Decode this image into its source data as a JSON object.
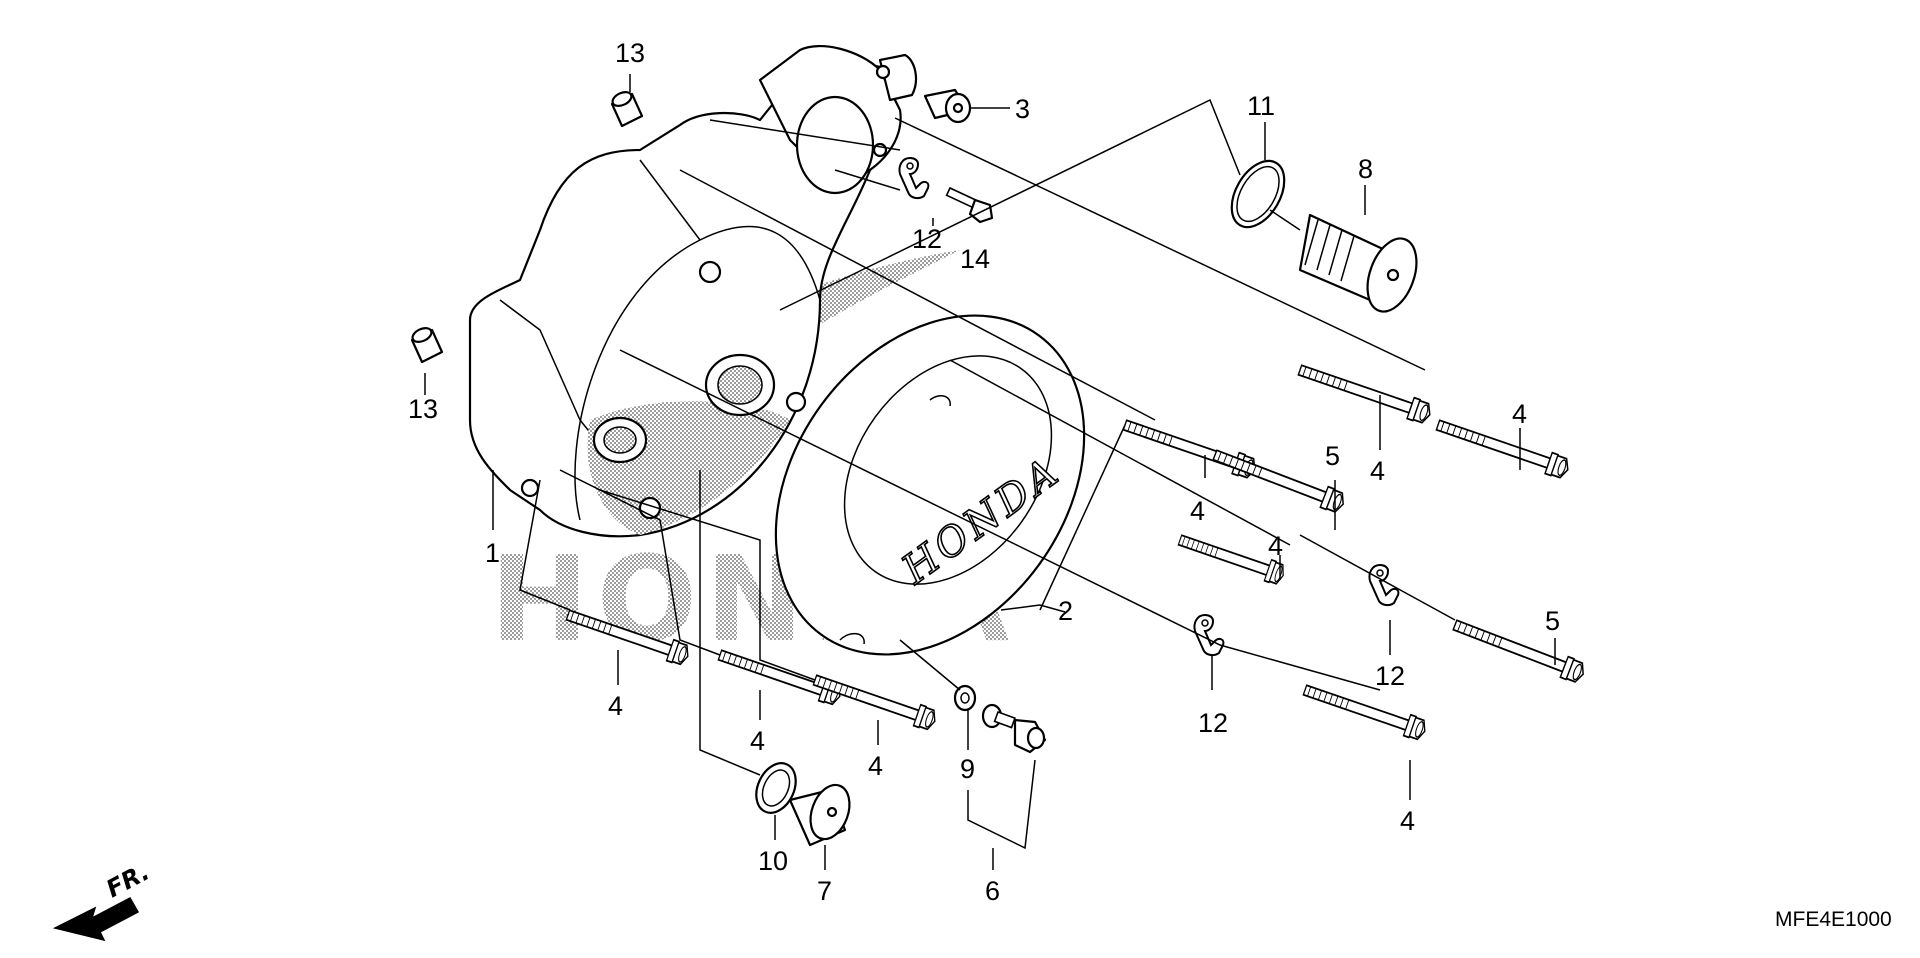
{
  "diagram": {
    "code": "MFE4E1000",
    "front_indicator": "FR.",
    "cover_brand": "HONDA",
    "callouts": [
      {
        "id": "c1",
        "label": "1"
      },
      {
        "id": "c2",
        "label": "2"
      },
      {
        "id": "c3",
        "label": "3"
      },
      {
        "id": "c4a",
        "label": "4"
      },
      {
        "id": "c4b",
        "label": "4"
      },
      {
        "id": "c4c",
        "label": "4"
      },
      {
        "id": "c4d",
        "label": "4"
      },
      {
        "id": "c4e",
        "label": "4"
      },
      {
        "id": "c4f",
        "label": "4"
      },
      {
        "id": "c4g",
        "label": "4"
      },
      {
        "id": "c4h",
        "label": "4"
      },
      {
        "id": "c5a",
        "label": "5"
      },
      {
        "id": "c5b",
        "label": "5"
      },
      {
        "id": "c6",
        "label": "6"
      },
      {
        "id": "c7",
        "label": "7"
      },
      {
        "id": "c8",
        "label": "8"
      },
      {
        "id": "c9",
        "label": "9"
      },
      {
        "id": "c10",
        "label": "10"
      },
      {
        "id": "c11",
        "label": "11"
      },
      {
        "id": "c12a",
        "label": "12"
      },
      {
        "id": "c12b",
        "label": "12"
      },
      {
        "id": "c12c",
        "label": "12"
      },
      {
        "id": "c13a",
        "label": "13"
      },
      {
        "id": "c13b",
        "label": "13"
      },
      {
        "id": "c14",
        "label": "14"
      }
    ]
  }
}
